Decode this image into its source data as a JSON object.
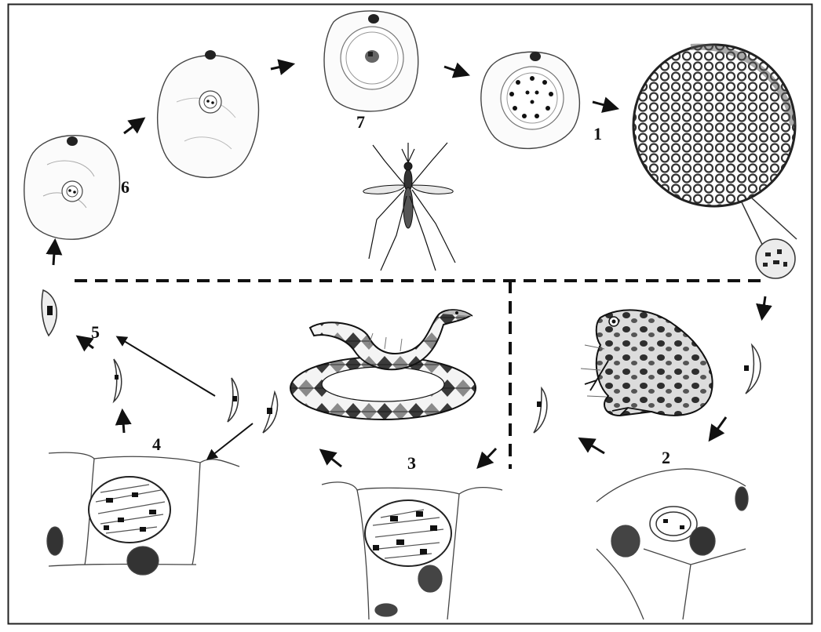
{
  "stage_labels": {
    "s1": "1",
    "s2": "2",
    "s3": "3",
    "s4": "4",
    "s5": "5",
    "s6": "6",
    "s7": "7"
  },
  "icons": {
    "vector": "mosquito-icon",
    "host_a": "frog-icon",
    "host_b": "snake-icon"
  },
  "colors": {
    "ink": "#1a1a1a",
    "frame": "#222222",
    "background": "#ffffff"
  }
}
